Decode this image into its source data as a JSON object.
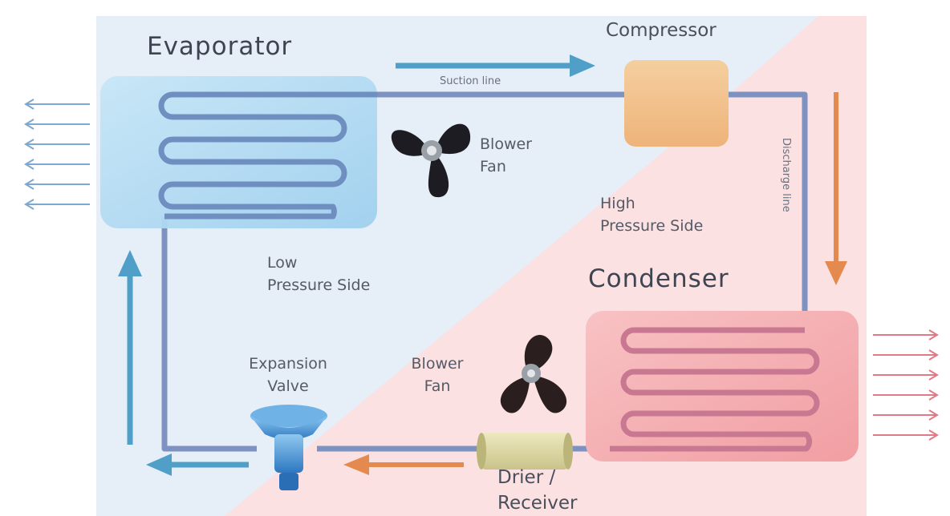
{
  "components": {
    "evaporator": "Evaporator",
    "compressor": "Compressor",
    "condenser": "Condenser",
    "expansion_valve": [
      "Expansion",
      "Valve"
    ],
    "drier_receiver": [
      "Drier /",
      "Receiver"
    ]
  },
  "lines": {
    "suction": "Suction line",
    "discharge": "Discharge line"
  },
  "fans": {
    "top": [
      "Blower",
      "Fan"
    ],
    "bottom": [
      "Blower",
      "Fan"
    ]
  },
  "sides": {
    "low": [
      "Low",
      "Pressure Side"
    ],
    "high": [
      "High",
      "Pressure Side"
    ]
  },
  "colors": {
    "low_side_bg": "#e6eef7",
    "high_side_bg": "#fbe1e1",
    "evaporator": "#9fd0ee",
    "condenser": "#f4a9ad",
    "compressor": "#f2c08a",
    "drier": "#dcd6a0",
    "cold_arrow": "#4f9fc9",
    "hot_arrow": "#e48a4e",
    "pipe": "#7d92c0",
    "fan": "#1c1c22"
  }
}
